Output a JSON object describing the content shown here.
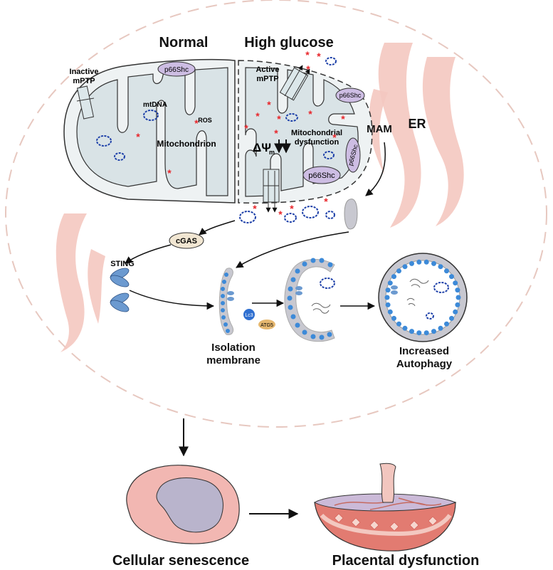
{
  "labels": {
    "normal": "Normal",
    "high_glucose": "High glucose",
    "inactive_mptp": [
      "Inactive",
      "mPTP"
    ],
    "active_mptp": [
      "Active",
      "mPTP"
    ],
    "p66shc": "p66Shc",
    "mtdna": "mtDNA",
    "ros": "ROS",
    "mitochondrion": "Mitochondrion",
    "mito_dysfunction": [
      "Mitochondrial",
      "dysfunction"
    ],
    "delta_psi_symbol": "ΔΨ",
    "delta_psi_sub": "m",
    "mam": "MAM",
    "er": "ER",
    "cgas": "cGAS",
    "sting": "STING",
    "lc3": "Lc3",
    "atg5": "ATG5",
    "isolation_membrane": [
      "Isolation",
      "membrane"
    ],
    "increased_autophagy": [
      "Increased",
      "Autophagy"
    ],
    "cellular_senescence": "Cellular senescence",
    "placental_dysfunction": "Placental dysfunction"
  },
  "colors": {
    "mito_fill": "#d9e3e6",
    "mito_stroke": "#333333",
    "p66_fill": "#cdbde3",
    "er_fill": "#f4c8c0",
    "dash_circle": "#e7c8c0",
    "dna_ring": "#1c3fa8",
    "ros_star": "#e8262b",
    "membrane": "#c8c8d0",
    "vesicle_dot": "#3d8ad8",
    "cgas_fill": "#f1e6d2",
    "sting_fill": "#6c9ad0",
    "lc3_fill": "#2f6fd0",
    "atg5_fill": "#e6b870",
    "cell_fill": "#f2b7b2",
    "nucleus_fill": "#b9b4cc",
    "placenta_fill": "#e27b71"
  }
}
